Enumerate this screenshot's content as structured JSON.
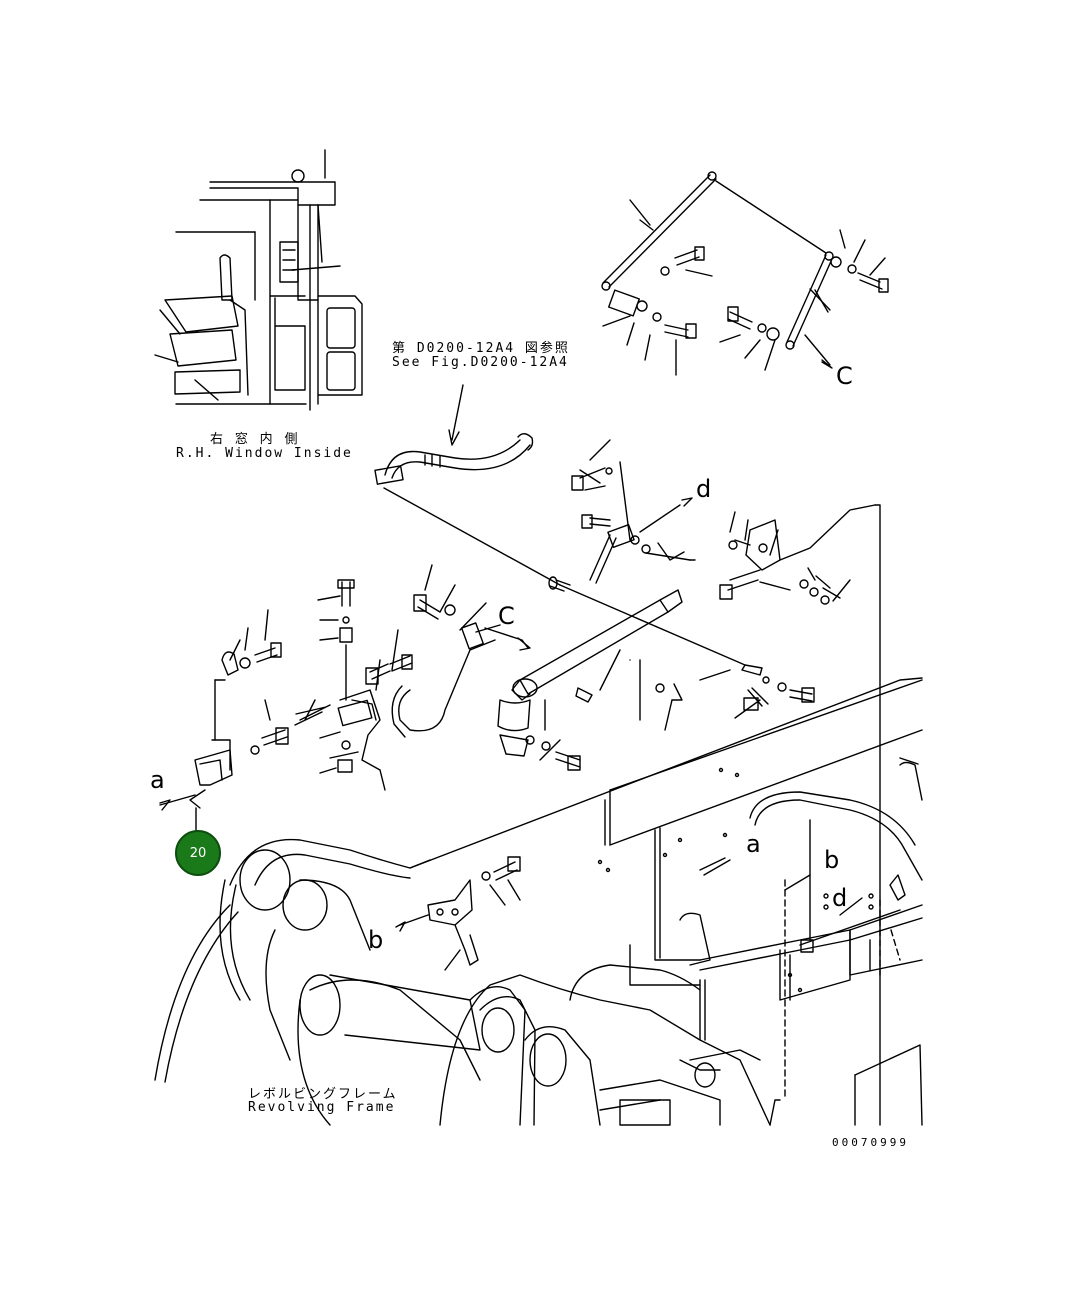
{
  "reference_note": {
    "jp": "第 D0200-12A4 図参照",
    "en": "See Fig.D0200-12A4"
  },
  "inset_caption": {
    "jp": "右 窓 内 側",
    "en": "R.H. Window Inside"
  },
  "frame_caption": {
    "jp": "レボルビングフレーム",
    "en": "Revolving Frame"
  },
  "arrow_labels": {
    "a": "a",
    "b": "b",
    "c": "C",
    "d": "d"
  },
  "callout": {
    "number": "20",
    "color": "#1a7a1a"
  },
  "drawing_number": "00070999"
}
